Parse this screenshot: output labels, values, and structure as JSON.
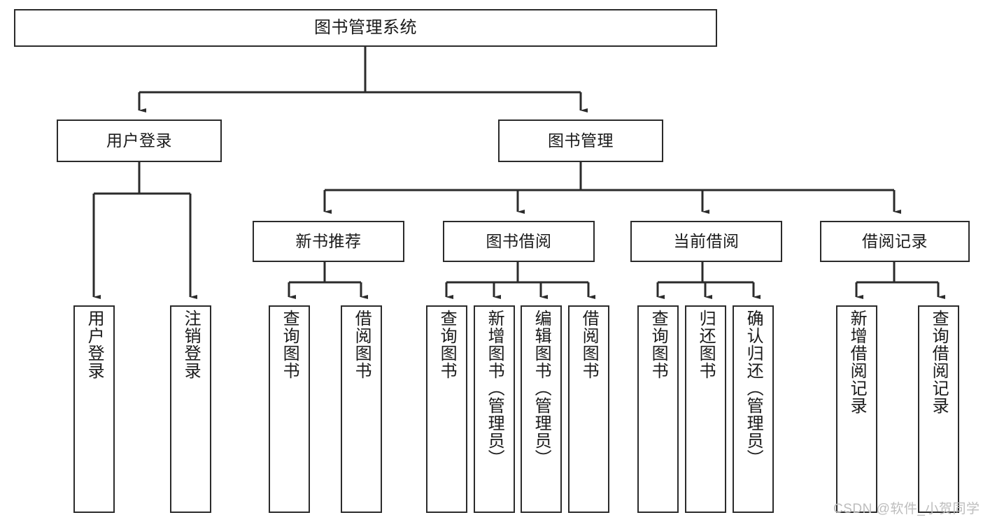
{
  "diagram": {
    "type": "tree-hierarchy",
    "title": "图书管理系统",
    "watermark": "CSDN @软件_小贺同学",
    "colors": {
      "box_border": "#2b2b2b",
      "box_fill": "#ffffff",
      "edge": "#2b2b2b",
      "text": "#1a1a1a",
      "watermark": "#bdbdbd"
    },
    "nodes": {
      "root": {
        "label": "图书管理系统"
      },
      "level1": [
        {
          "id": "user-login",
          "label": "用户登录"
        },
        {
          "id": "book-manage",
          "label": "图书管理"
        }
      ],
      "level2": [
        {
          "id": "new-book-recommend",
          "label": "新书推荐"
        },
        {
          "id": "book-borrow",
          "label": "图书借阅"
        },
        {
          "id": "current-borrow",
          "label": "当前借阅"
        },
        {
          "id": "borrow-record",
          "label": "借阅记录"
        }
      ],
      "leaves": {
        "user_login": [
          {
            "id": "leaf-user-login",
            "label": "用户登录"
          },
          {
            "id": "leaf-user-logout",
            "label": "注销登录"
          }
        ],
        "new_book_recommend": [
          {
            "id": "leaf-query-book-1",
            "label": "查询图书"
          },
          {
            "id": "leaf-borrow-book-1",
            "label": "借阅图书"
          }
        ],
        "book_borrow": [
          {
            "id": "leaf-query-book-2",
            "label": "查询图书"
          },
          {
            "id": "leaf-add-book-admin",
            "label": "新增图书（管理员）"
          },
          {
            "id": "leaf-edit-book-admin",
            "label": "编辑图书（管理员）"
          },
          {
            "id": "leaf-borrow-book-2",
            "label": "借阅图书"
          }
        ],
        "current_borrow": [
          {
            "id": "leaf-query-book-3",
            "label": "查询图书"
          },
          {
            "id": "leaf-return-book",
            "label": "归还图书"
          },
          {
            "id": "leaf-confirm-return-admin",
            "label": "确认归还（管理员）"
          }
        ],
        "borrow_record": [
          {
            "id": "leaf-add-borrow-record",
            "label": "新增借阅记录"
          },
          {
            "id": "leaf-query-borrow-record",
            "label": "查询借阅记录"
          }
        ]
      }
    }
  }
}
